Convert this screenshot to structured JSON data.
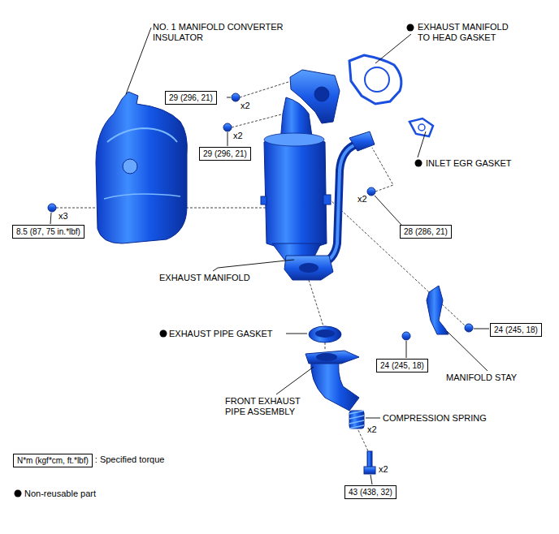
{
  "diagram": {
    "nodes": [
      {
        "text": [
          "29 (296, 21)"
        ]
      },
      {
        "text": [
          "29 (296, 21)"
        ]
      },
      {
        "text": [
          "8.5 (87, 75 in.*lbf)"
        ]
      },
      {
        "text": [
          "28 (286, 21)"
        ]
      },
      {
        "text": [
          "24 (245, 18)"
        ]
      },
      {
        "text": [
          "24 (245, 18)"
        ]
      },
      {
        "text": [
          "43 (438, 32)"
        ]
      },
      {
        "text": [
          "N*m (kgf*cm, ft.*lbf)"
        ]
      }
    ],
    "labels": [
      "NO. 1 MANIFOLD CONVERTER INSULATOR",
      "EXHAUST MANIFOLD TO HEAD GASKET",
      "x2",
      "x2",
      "INLET EGR GASKET",
      "x3",
      "x2",
      "EXHAUST MANIFOLD",
      "EXHAUST PIPE GASKET",
      "MANIFOLD STAY",
      "FRONT EXHAUST PIPE ASSEMBLY",
      "COMPRESSION SPRING",
      "x2",
      "x2"
    ],
    "legend": [
      {
        "text": ": Specified torque"
      },
      {
        "text": "Non-reusable part"
      }
    ]
  }
}
